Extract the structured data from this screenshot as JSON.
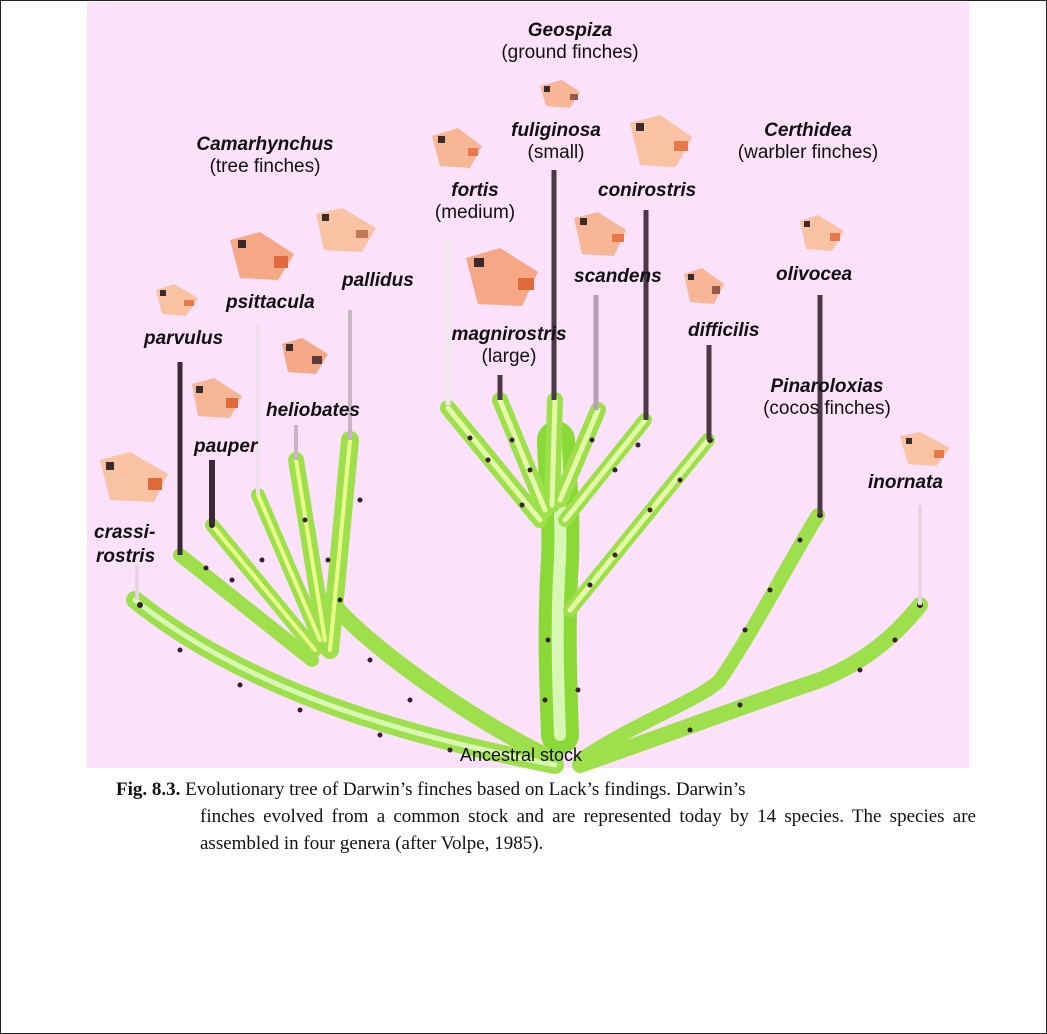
{
  "diagram": {
    "genera": {
      "geospiza": {
        "name": "Geospiza",
        "common": "(ground finches)"
      },
      "camarhynchus": {
        "name": "Camarhynchus",
        "common": "(tree finches)"
      },
      "certhidea": {
        "name": "Certhidea",
        "common": "(warbler finches)"
      },
      "pinaroloxias": {
        "name": "Pinaroloxias",
        "common": "(cocos finches)"
      }
    },
    "species": {
      "fuliginosa": {
        "name": "fuliginosa",
        "note": "(small)"
      },
      "fortis": {
        "name": "fortis",
        "note": "(medium)"
      },
      "magnirostris": {
        "name": "magnirostris",
        "note": "(large)"
      },
      "conirostris": "conirostris",
      "scandens": "scandens",
      "difficilis": "difficilis",
      "olivocea": "olivocea",
      "inornata": "inornata",
      "psittacula": "psittacula",
      "pallidus": "pallidus",
      "parvulus": "parvulus",
      "heliobates": "heliobates",
      "pauper": "pauper",
      "crassirostris_1": "crassi-",
      "crassirostris_2": "rostris"
    },
    "root_label": "Ancestral stock"
  },
  "caption": {
    "fig_label": "Fig. 8.3.",
    "line1": "Evolutionary tree of Darwin’s finches based on Lack’s findings. Darwin’s",
    "rest": "finches evolved from a common stock and are represented today by 14 species. The species are assembled in four genera (after Volpe, 1985)."
  },
  "colors": {
    "background": "#fbe1fa",
    "branch": "#8fdc3a",
    "branch_light": "#d4f5a0",
    "stem": "#4a3a48",
    "bird": "#f6b08a"
  }
}
